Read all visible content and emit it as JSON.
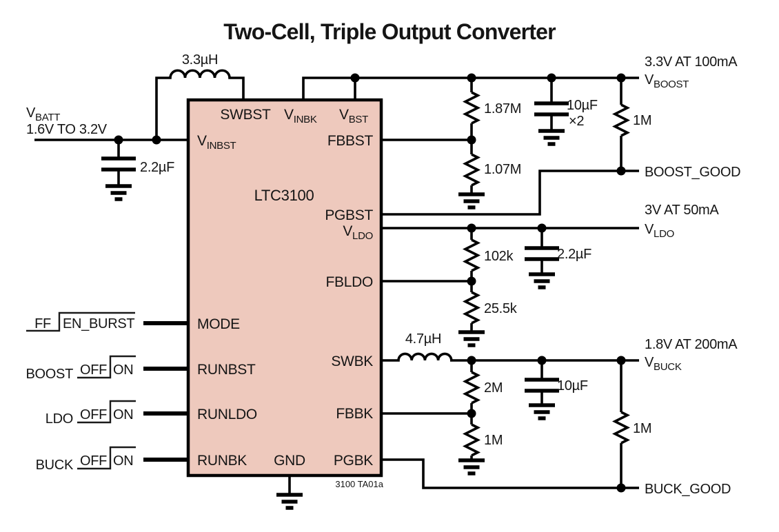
{
  "title": "Two-Cell, Triple Output Converter",
  "caption": "3100 TA01a",
  "ic": {
    "name": "LTC3100",
    "pins": {
      "swbst": "SWBST",
      "vinbk": {
        "main": "V",
        "sub": "INBK"
      },
      "vbst": {
        "main": "V",
        "sub": "BST"
      },
      "vinbst": {
        "main": "V",
        "sub": "INBST"
      },
      "fbbst": "FBBST",
      "pgbst": "PGBST",
      "vldo": {
        "main": "V",
        "sub": "LDO"
      },
      "fbldo": "FBLDO",
      "mode": "MODE",
      "runbst": "RUNBST",
      "runldo": "RUNLDO",
      "runbk": "RUNBK",
      "gnd": "GND",
      "swbk": "SWBK",
      "fbbk": "FBBK",
      "pgbk": "PGBK"
    }
  },
  "input": {
    "vbatt": {
      "main": "V",
      "sub": "BATT",
      "range": "1.6V TO 3.2V"
    },
    "mode": {
      "low": "FF",
      "high": "EN_BURST"
    },
    "run": [
      {
        "label": "BOOST",
        "off": "OFF",
        "on": "ON"
      },
      {
        "label": "LDO",
        "off": "OFF",
        "on": "ON"
      },
      {
        "label": "BUCK",
        "off": "OFF",
        "on": "ON"
      }
    ]
  },
  "outputs": {
    "boost": {
      "rating": "3.3V AT 100mA",
      "main": "V",
      "sub": "BOOST",
      "good": "BOOST_GOOD"
    },
    "ldo": {
      "rating": "3V AT 50mA",
      "main": "V",
      "sub": "LDO"
    },
    "buck": {
      "rating": "1.8V AT 200mA",
      "main": "V",
      "sub": "BUCK",
      "good": "BUCK_GOOD"
    }
  },
  "components": {
    "l_boost": "3.3µH",
    "l_buck": "4.7µH",
    "c_vbatt": "2.2µF",
    "c_boost": "10µF",
    "c_boost_qty": "×2",
    "c_ldo": "2.2µF",
    "c_buck": "10µF",
    "r_boost_fb_top": "1.87M",
    "r_boost_fb_bot": "1.07M",
    "r_boost_pg": "1M",
    "r_ldo_fb_top": "102k",
    "r_ldo_fb_bot": "25.5k",
    "r_buck_fb_top": "2M",
    "r_buck_fb_bot": "1M",
    "r_buck_pg": "1M"
  }
}
